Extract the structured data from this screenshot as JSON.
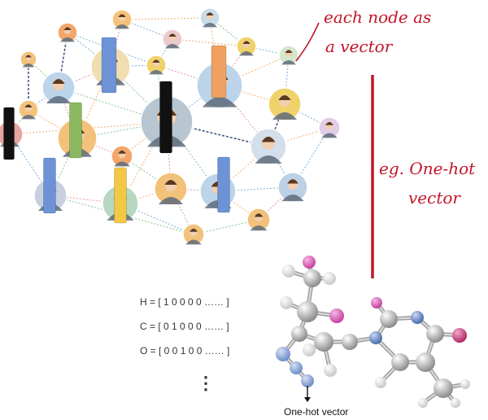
{
  "annotations": {
    "node_line1": "each node as",
    "node_line2": "a vector",
    "example_line1": "eg. One-hot",
    "example_line2": "vector"
  },
  "encodings": [
    {
      "atom": "H",
      "text": "H = [ 1   0   0   0   0 …… ]"
    },
    {
      "atom": "C",
      "text": "C = [ 0   1   0   0   0 …… ]"
    },
    {
      "atom": "O",
      "text": "O = [ 0   0   1   0   0 …… ]"
    }
  ],
  "continuation": "⋮",
  "molecule_caption": "One-hot vector",
  "colors": {
    "annotation": "#c0162a",
    "atom_carbon": "#b9b9b9",
    "atom_hydrogen": "#f2f2f2",
    "atom_nitrogen": "#5b7fbf",
    "atom_oxygen": "#c9347a",
    "atom_special": "#d94fb0"
  }
}
